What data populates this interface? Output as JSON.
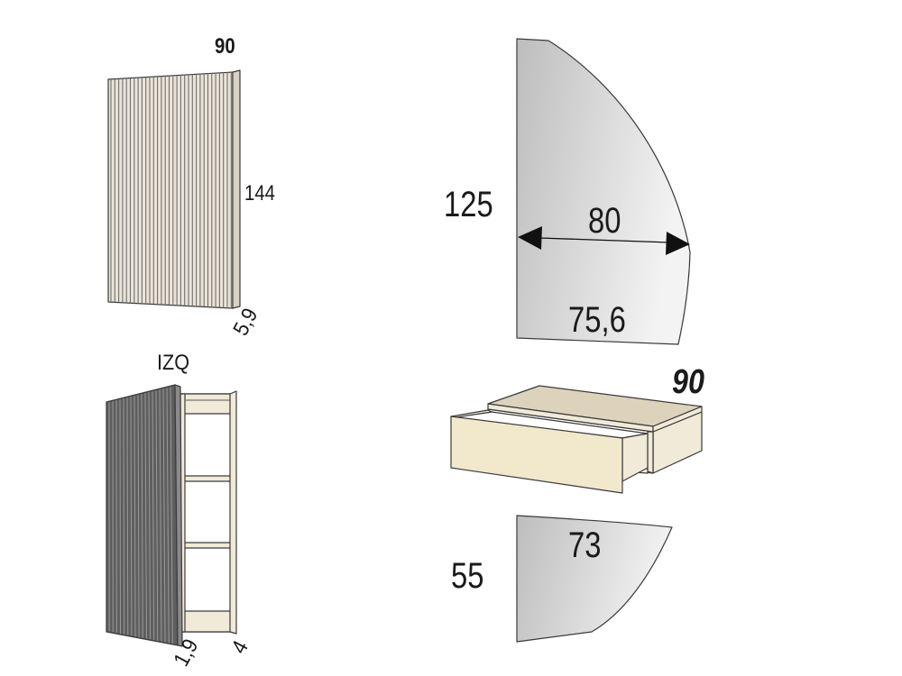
{
  "panel": {
    "width_label": "90",
    "height_label": "144",
    "depth_label": "5,9"
  },
  "cabinet": {
    "side_label": "IZQ",
    "door_label": "1,9",
    "depth_label": "4"
  },
  "mirror_large": {
    "height_label": "125",
    "width_label": "80",
    "bottom_label": "75,6"
  },
  "shelf_unit": {
    "width_label": "90"
  },
  "mirror_small": {
    "height_label": "55",
    "width_label": "73"
  },
  "colors": {
    "panel_face": "#ebe5d8",
    "panel_slat": "#6f6f6f",
    "door_face": "#5e5e5e",
    "door_slat": "#9a9a9a",
    "wood_light": "#f1ead8",
    "mirror_dark": "#bdbdbd",
    "mirror_light": "#f3f3f3"
  }
}
